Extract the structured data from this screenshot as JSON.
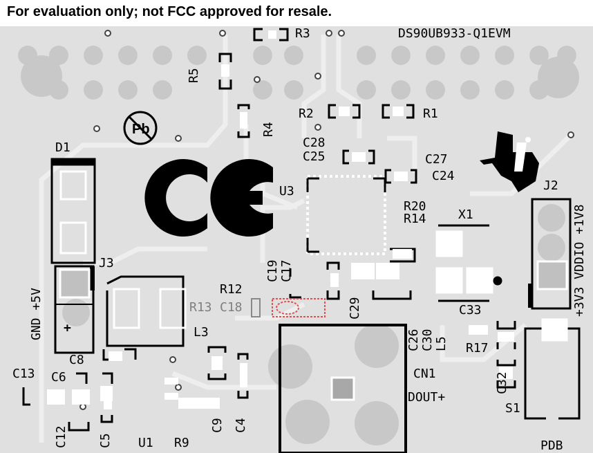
{
  "notice": "For evaluation only; not FCC approved for resale.",
  "board_name": "DS90UB933-Q1EVM",
  "logos": {
    "lead_free": "Pb",
    "ce_mark": "CE",
    "ti_logo_icon": "texas-instruments-logo"
  },
  "colors": {
    "board": "#e0e0e0",
    "silk": "#000000",
    "via": "#c8c8c8",
    "trace": "#ececec",
    "highlight": "#e05050"
  },
  "labels": {
    "r3": "R3",
    "r5": "R5",
    "r4": "R4",
    "r2": "R2",
    "r1": "R1",
    "c28": "C28",
    "c25": "C25",
    "c27": "C27",
    "c24": "C24",
    "d1": "D1",
    "j2": "J2",
    "u3": "U3",
    "r20": "R20",
    "r14": "R14",
    "x1": "X1",
    "j3": "J3",
    "c19": "C19",
    "c17": "C17",
    "r12": "R12",
    "r13": "R13",
    "c18": "C18",
    "c29": "C29",
    "c26": "C26",
    "c30": "C30",
    "l5": "L5",
    "c33": "C33",
    "l3": "L3",
    "c8": "C8",
    "c13": "C13",
    "c6": "C6",
    "c12": "C12",
    "c5": "C5",
    "u1": "U1",
    "r9": "R9",
    "c9": "C9",
    "c4": "C4",
    "r17": "R17",
    "c32": "C32",
    "cn1": "CN1",
    "dout": "DOUT+",
    "s1": "S1",
    "pdb": "PDB",
    "gnd_5v": "GND +5V",
    "j2_pins": "+3V3 VDDIO +1V8",
    "plus": "+"
  }
}
